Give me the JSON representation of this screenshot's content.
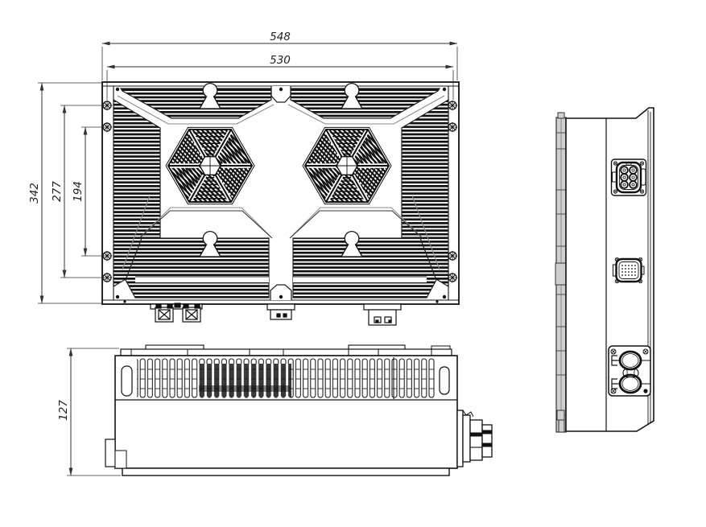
{
  "drawing": {
    "type": "engineering-drawing",
    "description": "Three-view mechanical drawing of a finned power-electronics enclosure with twin hexagonal fan grilles, mounting flanges and panel connectors",
    "views": {
      "top": "top view",
      "front": "front view",
      "side": "side view"
    },
    "dimensions": {
      "overall_width": "548",
      "mounting_width": "530",
      "overall_depth": "342",
      "mounting_pitch_outer": "277",
      "mounting_pitch_inner": "194",
      "overall_height": "127"
    },
    "colors": {
      "line": "#111111",
      "background": "#ffffff",
      "dimension": "#333333",
      "fin_gray": "#cfcfcf"
    }
  }
}
